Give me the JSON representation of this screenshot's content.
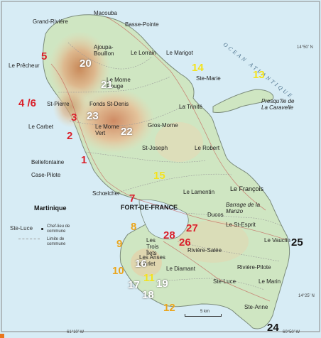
{
  "map": {
    "title": "Martinique",
    "ocean_label": "OCEAN ATLANTIQUE",
    "legend": {
      "chef_lieu_symbol": "Ste-Luce",
      "chef_lieu_text": "Chef-lieu de commune",
      "limite_text": "Limite de commune"
    },
    "scale_label": "5 km",
    "coords": {
      "lon_left": "61°10' W",
      "lon_right": "60°50' W",
      "lat_top": "14°50' N",
      "lat_bottom": "14°25' N"
    },
    "towns": {
      "grand_riviere": "Grand-Rivière",
      "macouba": "Macouba",
      "basse_pointe": "Basse-Pointe",
      "ajoupa": "Ajoupa-Bouillon",
      "le_lorrain": "Le Lorrain",
      "le_marigot": "Le Marigot",
      "le_precheur": "Le Prêcheur",
      "ste_marie": "Ste-Marie",
      "le_morne_rouge": "Le Morne Rouge",
      "st_pierre": "St-Pierre",
      "fonds_st_denis": "Fonds St-Denis",
      "la_trinite": "La Trinité",
      "le_carbet": "Le Carbet",
      "le_morne_vert": "Le Morne Vert",
      "gros_morne": "Gros-Morne",
      "presquile": "Presqu'île de La Caravelle",
      "bellefontaine": "Bellefontaine",
      "st_joseph": "St-Joseph",
      "le_robert": "Le Robert",
      "case_pilote": "Case-Pilote",
      "schoelcher": "Schœlcher",
      "le_lamentin": "Le Lamentin",
      "le_francois": "Le François",
      "fort_de_france": "FORT-DE-FRANCE",
      "barrage": "Barrage de la Manzo",
      "ducos": "Ducos",
      "les_trois_ilets": "Les Trois Îlets",
      "le_st_esprit": "Le St-Esprit",
      "le_vauclin": "Le Vauclin",
      "riviere_salee": "Rivière-Salée",
      "les_anses": "Les Anses d'Arlet",
      "le_diamant": "Le Diamant",
      "riviere_pilote": "Rivière-Pilote",
      "ste_luce": "Ste-Luce",
      "le_marin": "Le Marin",
      "ste_anne": "Ste-Anne"
    },
    "markers": [
      {
        "id": "m5",
        "label": "5",
        "color": "red"
      },
      {
        "id": "m20",
        "label": "20",
        "color": "white"
      },
      {
        "id": "m14",
        "label": "14",
        "color": "yellow"
      },
      {
        "id": "m13",
        "label": "13",
        "color": "yellow"
      },
      {
        "id": "m21",
        "label": "21",
        "color": "white"
      },
      {
        "id": "m46",
        "label": "4 /6",
        "color": "red"
      },
      {
        "id": "m3",
        "label": "3",
        "color": "red"
      },
      {
        "id": "m23",
        "label": "23",
        "color": "white"
      },
      {
        "id": "m2",
        "label": "2",
        "color": "red"
      },
      {
        "id": "m22",
        "label": "22",
        "color": "white"
      },
      {
        "id": "m1",
        "label": "1",
        "color": "red"
      },
      {
        "id": "m15",
        "label": "15",
        "color": "yellow"
      },
      {
        "id": "m7",
        "label": "7",
        "color": "red"
      },
      {
        "id": "m8",
        "label": "8",
        "color": "orange"
      },
      {
        "id": "m28",
        "label": "28",
        "color": "red"
      },
      {
        "id": "m27",
        "label": "27",
        "color": "red"
      },
      {
        "id": "m9",
        "label": "9",
        "color": "orange"
      },
      {
        "id": "m26",
        "label": "26",
        "color": "red"
      },
      {
        "id": "m25",
        "label": "25",
        "color": "black"
      },
      {
        "id": "m16",
        "label": "16",
        "color": "white"
      },
      {
        "id": "m10",
        "label": "10",
        "color": "orange"
      },
      {
        "id": "m11",
        "label": "11",
        "color": "yellow"
      },
      {
        "id": "m17",
        "label": "17",
        "color": "white"
      },
      {
        "id": "m19",
        "label": "19",
        "color": "white"
      },
      {
        "id": "m18",
        "label": "18",
        "color": "white"
      },
      {
        "id": "m12",
        "label": "12",
        "color": "orange"
      },
      {
        "id": "m24",
        "label": "24",
        "color": "black"
      }
    ]
  }
}
